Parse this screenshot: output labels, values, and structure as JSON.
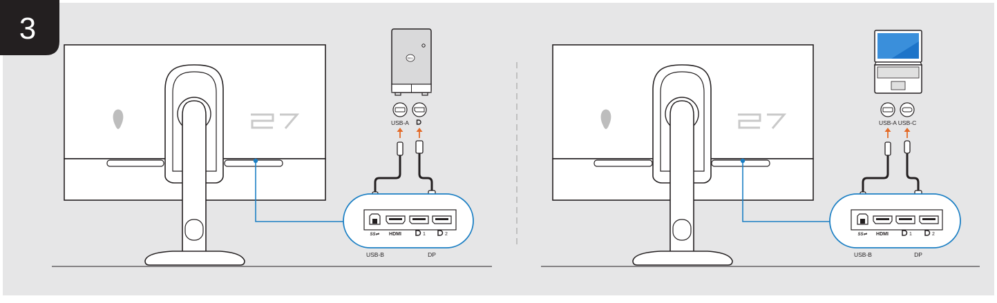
{
  "step": {
    "number": "3"
  },
  "colors": {
    "background": "#e6e6e7",
    "panel": "#ffffff",
    "outline": "#231f20",
    "arrow": "#e36a27",
    "callout": "#1b7fc4",
    "step_badge": "#231f20",
    "laptop_screen": "#1d74c9"
  },
  "monitor": {
    "branding": "27"
  },
  "left_setup": {
    "source_device": "desktop-tower",
    "source_logo": "DELL",
    "source_ports": [
      {
        "icon": "usb-a-port-icon",
        "label": "USB-A"
      },
      {
        "icon": "displayport-port-icon",
        "label": ""
      }
    ],
    "monitor_ports": [
      {
        "icon": "usb-b-port-icon",
        "label": ""
      },
      {
        "icon": "hdmi-port-icon",
        "label": ""
      },
      {
        "icon": "displayport-port-icon",
        "label": "1"
      },
      {
        "icon": "displayport-port-icon",
        "label": "2"
      }
    ],
    "port_group_labels": [
      "USB-B",
      "DP"
    ]
  },
  "right_setup": {
    "source_device": "laptop",
    "source_ports": [
      {
        "icon": "usb-a-port-icon",
        "label": "USB-A"
      },
      {
        "icon": "usb-c-port-icon",
        "label": "USB-C"
      }
    ],
    "monitor_ports": [
      {
        "icon": "usb-b-port-icon",
        "label": ""
      },
      {
        "icon": "hdmi-port-icon",
        "label": ""
      },
      {
        "icon": "displayport-port-icon",
        "label": "1"
      },
      {
        "icon": "displayport-port-icon",
        "label": "2"
      }
    ],
    "port_group_labels": [
      "USB-B",
      "DP"
    ]
  }
}
